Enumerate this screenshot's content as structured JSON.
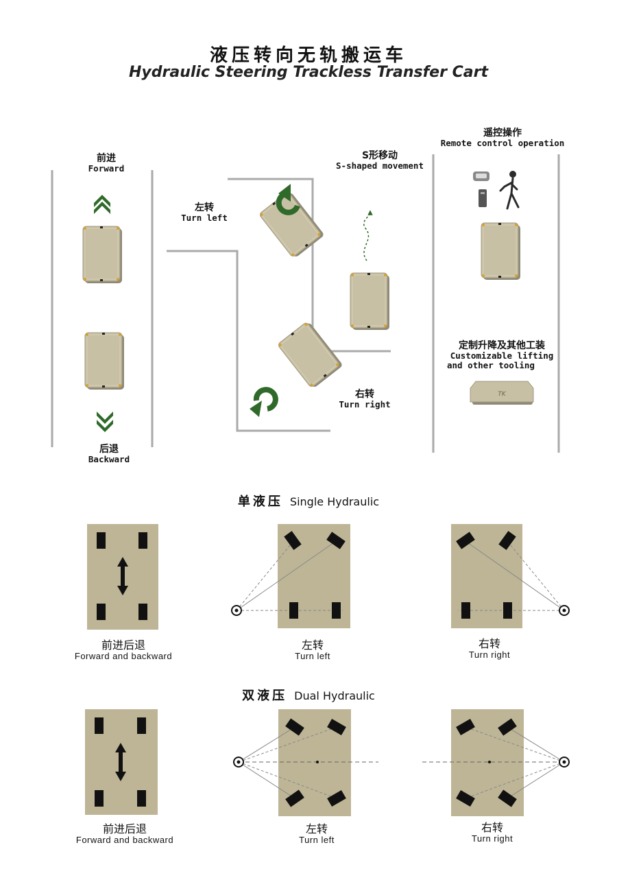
{
  "title": {
    "cn": "液压转向无轨搬运车",
    "en": "Hydraulic Steering Trackless Transfer Cart"
  },
  "modes": {
    "forward": {
      "cn": "前进",
      "en": "Forward"
    },
    "backward": {
      "cn": "后退",
      "en": "Backward"
    },
    "turn_left": {
      "cn": "左转",
      "en": "Turn left"
    },
    "turn_right": {
      "cn": "右转",
      "en": "Turn right"
    },
    "s_shaped": {
      "cn": "S形移动",
      "en": "S-shaped movement"
    },
    "remote": {
      "cn": "遥控操作",
      "en": "Remote control operation"
    },
    "custom": {
      "cn": "定制升降及其他工装",
      "en_line1": "Customizable lifting",
      "en_line2": "and other tooling"
    }
  },
  "cart_logo": "TK",
  "single": {
    "heading_cn": "单液压",
    "heading_en": "Single Hydraulic",
    "captions": [
      {
        "cn": "前进后退",
        "en": "Forward and backward"
      },
      {
        "cn": "左转",
        "en": "Turn left"
      },
      {
        "cn": "右转",
        "en": "Turn right"
      }
    ]
  },
  "dual": {
    "heading_cn": "双液压",
    "heading_en": "Dual Hydraulic",
    "captions": [
      {
        "cn": "前进后退",
        "en": "Forward and backward"
      },
      {
        "cn": "左转",
        "en": "Turn left"
      },
      {
        "cn": "右转",
        "en": "Turn right"
      }
    ]
  },
  "colors": {
    "cart_body": "#c8c0a4",
    "cart_shadow": "#8f8a78",
    "arrow_green": "#2f6a2a",
    "plate": "#bdb596",
    "wheel": "#111111",
    "corner_orange": "#d9a030",
    "line_gray": "#9a9a9a"
  }
}
